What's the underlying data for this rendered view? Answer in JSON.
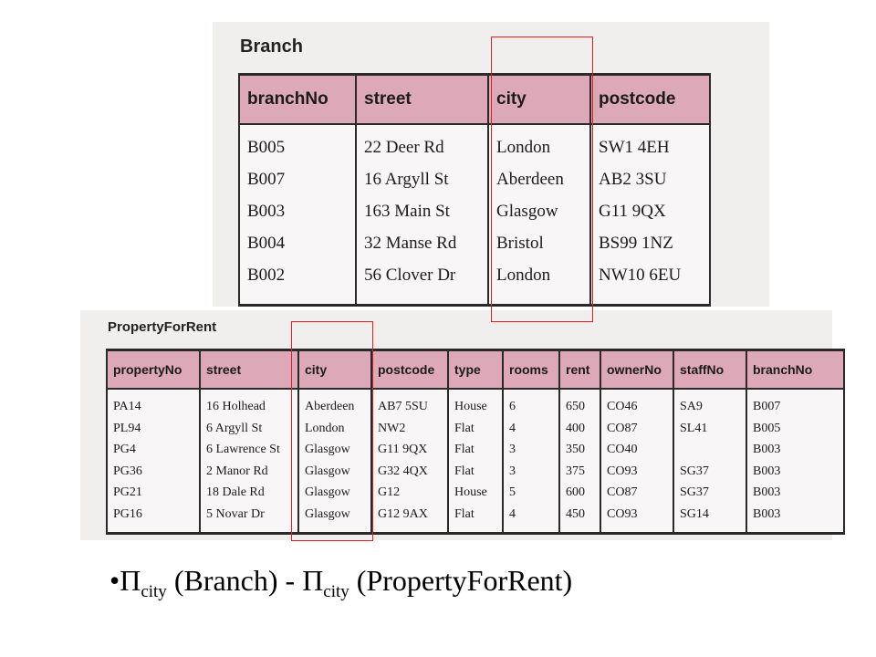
{
  "branch": {
    "title": "Branch",
    "columns": [
      "branchNo",
      "street",
      "city",
      "postcode"
    ],
    "rows": [
      [
        "B005",
        "22 Deer Rd",
        "London",
        "SW1 4EH"
      ],
      [
        "B007",
        "16 Argyll St",
        "Aberdeen",
        "AB2 3SU"
      ],
      [
        "B003",
        "163 Main St",
        "Glasgow",
        "G11 9QX"
      ],
      [
        "B004",
        "32 Manse Rd",
        "Bristol",
        "BS99 1NZ"
      ],
      [
        "B002",
        "56 Clover Dr",
        "London",
        "NW10 6EU"
      ]
    ]
  },
  "property_for_rent": {
    "title": "PropertyForRent",
    "columns": [
      "propertyNo",
      "street",
      "city",
      "postcode",
      "type",
      "rooms",
      "rent",
      "ownerNo",
      "staffNo",
      "branchNo"
    ],
    "rows": [
      [
        "PA14",
        "16 Holhead",
        "Aberdeen",
        "AB7 5SU",
        "House",
        "6",
        "650",
        "CO46",
        "SA9",
        "B007"
      ],
      [
        "PL94",
        "6 Argyll St",
        "London",
        "NW2",
        "Flat",
        "4",
        "400",
        "CO87",
        "SL41",
        "B005"
      ],
      [
        "PG4",
        "6 Lawrence St",
        "Glasgow",
        "G11 9QX",
        "Flat",
        "3",
        "350",
        "CO40",
        "",
        "B003"
      ],
      [
        "PG36",
        "2 Manor Rd",
        "Glasgow",
        "G32 4QX",
        "Flat",
        "3",
        "375",
        "CO93",
        "SG37",
        "B003"
      ],
      [
        "PG21",
        "18 Dale Rd",
        "Glasgow",
        "G12",
        "House",
        "5",
        "600",
        "CO87",
        "SG37",
        "B003"
      ],
      [
        "PG16",
        "5 Novar Dr",
        "Glasgow",
        "G12 9AX",
        "Flat",
        "4",
        "450",
        "CO93",
        "SG14",
        "B003"
      ]
    ]
  },
  "formula": {
    "bullet": "•",
    "op1": "Π",
    "sub1": "city",
    "arg1": " (Branch) - ",
    "op2": "Π",
    "sub2": "city",
    "arg2": " (PropertyForRent)"
  },
  "colors": {
    "header_fill": "#dda9b9",
    "highlight_border": "#e02020",
    "scan_background": "#f1efee"
  }
}
